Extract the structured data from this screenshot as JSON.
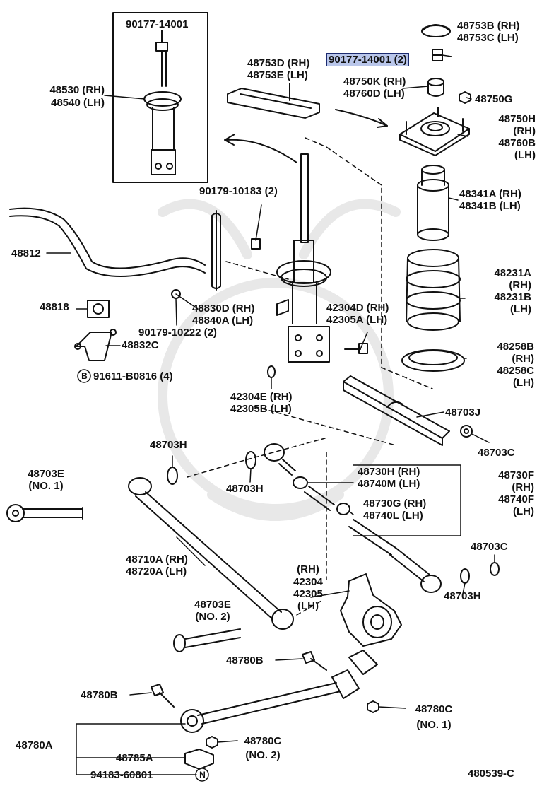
{
  "diagram": {
    "id_code": "480539-C",
    "colors": {
      "ink": "#111111",
      "highlight": "#b9c6ea",
      "highlight_border": "#1c2b70",
      "watermark": "#e6e6e6"
    },
    "labels": {
      "inset_nut": "90177-14001",
      "strut_rh": "48530 (RH)",
      "strut_lh": "48540 (LH)",
      "cover_rh": "48753D (RH)",
      "cover_lh": "48753E (LH)",
      "cap_rh": "48753B (RH)",
      "cap_lh": "48753C (LH)",
      "nut_highlight": "90177-14001 (2)",
      "bearing_rh": "48750K (RH)",
      "bearing_lh": "48760D (LH)",
      "nut_48750g": "48750G",
      "support_1": "48750H",
      "support_2": "(RH)",
      "support_3": "48760B",
      "support_4": "(LH)",
      "link_bolt": "90179-10183 (2)",
      "bound_rh": "48341A (RH)",
      "bound_lh": "48341B (LH)",
      "stabilizer": "48812",
      "bushing": "48818",
      "link_rh": "48830D (RH)",
      "link_lh": "48840A (LH)",
      "link_nut": "90179-10222 (2)",
      "bracket": "48832C",
      "bracket_bolt_mark": "B",
      "bracket_bolt": "91611-B0816 (4)",
      "spring_1": "48231A",
      "spring_2": "(RH)",
      "spring_3": "48231B",
      "spring_4": "(LH)",
      "strut_bolt_rh": "42304D (RH)",
      "strut_bolt_lh": "42305A (LH)",
      "insul_1": "48258B",
      "insul_2": "(RH)",
      "insul_3": "48258C",
      "insul_4": "(LH)",
      "washer_rh": "42304E (RH)",
      "washer_lh": "42305B (LH)",
      "arm_48703j": "48703J",
      "bush_h1": "48703H",
      "bush_c1": "48703C",
      "cam_e1": "48703E",
      "cam_e1_no": "(NO. 1)",
      "bush_h2": "48703H",
      "adj_h_rh": "48730H (RH)",
      "adj_m_lh": "48740M (LH)",
      "arm_f_1": "48730F",
      "arm_f_2": "(RH)",
      "arm_f_3": "48740F",
      "arm_f_4": "(LH)",
      "adj_g_rh": "48730G (RH)",
      "adj_l_lh": "48740L (LH)",
      "arm_a_rh": "48710A (RH)",
      "arm_a_lh": "48720A (LH)",
      "bush_c2": "48703C",
      "knuckle_rh": "(RH)",
      "knuckle_1": "42304",
      "knuckle_2": "42305",
      "knuckle_lh": "(LH)",
      "bush_h3": "48703H",
      "cam_e2": "48703E",
      "cam_e2_no": "(NO. 2)",
      "bolt_780b_1": "48780B",
      "bolt_780b_2": "48780B",
      "nut_780c_1": "48780C",
      "nut_780c_1_no": "(NO. 1)",
      "strut_rod": "48780A",
      "retainer": "48785A",
      "nut_780c_2": "48780C",
      "nut_780c_2_no": "(NO. 2)",
      "rod_bolt_mark": "N",
      "rod_bolt": "94183-60801"
    }
  }
}
